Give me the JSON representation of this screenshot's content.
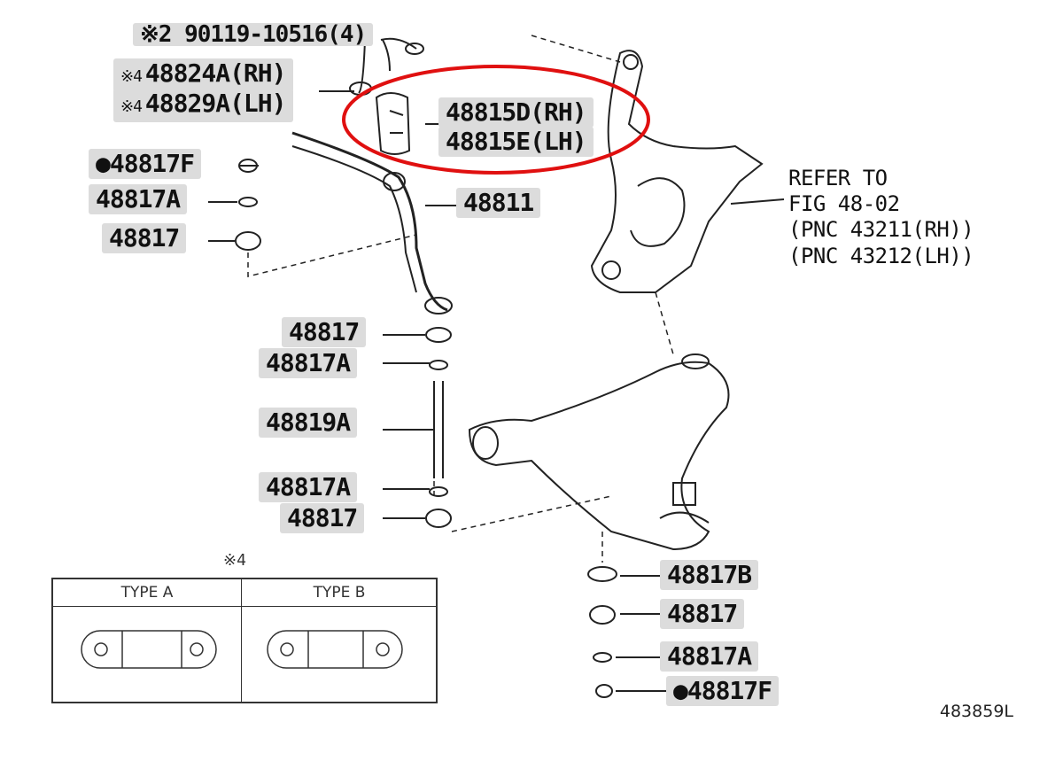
{
  "labels": {
    "top_cut": "※2 90119-10516(4)",
    "bracket_rh": "48824A(RH)",
    "bracket_lh": "48829A(LH)",
    "bracket_prefix": "※4",
    "bushing_rh": "48815D(RH)",
    "bushing_lh": "48815E(LH)",
    "nut_f_top": "●48817F",
    "retainer_a_top": "48817A",
    "cushion_top": "48817",
    "stabilizer_bar": "48811",
    "link_cushion_1": "48817",
    "link_retainer_1": "48817A",
    "link_rod": "48819A",
    "link_retainer_2": "48817A",
    "link_cushion_2": "48817",
    "lower_b": "48817B",
    "lower_cushion": "48817",
    "lower_retainer": "48817A",
    "lower_nut_f": "●48817F"
  },
  "refer": {
    "line1": "REFER TO",
    "line2": "FIG 48-02",
    "line3": "(PNC 43211(RH))",
    "line4": "(PNC 43212(LH))"
  },
  "type_table": {
    "mark": "※4",
    "type_a": "TYPE A",
    "type_b": "TYPE B"
  },
  "diagram_code": "483859L",
  "colors": {
    "highlight_ellipse": "#e01010",
    "label_bg": "#dcdcdc"
  }
}
